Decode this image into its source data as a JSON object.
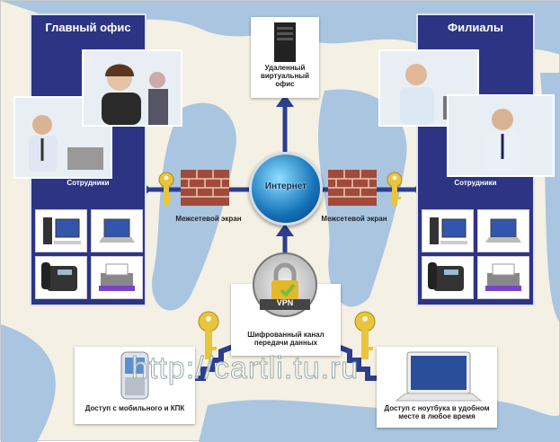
{
  "left_office": {
    "title": "Главный офис",
    "employees_label": "Сотрудники"
  },
  "branches": {
    "title": "Филиалы",
    "employees_label": "Сотрудники"
  },
  "remote_office": {
    "label": "Удаленный виртуальный офис"
  },
  "internet": {
    "label": "Интернет"
  },
  "firewall_left": {
    "label": "Межсетевой экран"
  },
  "firewall_right": {
    "label": "Межсетевой экран"
  },
  "vpn": {
    "badge": "VPN",
    "label": "Шифрованный канал передачи данных"
  },
  "mobile": {
    "label": "Доступ с мобильного и КПК"
  },
  "laptop": {
    "label": "Доступ с ноутбука в удобном месте в любое время"
  },
  "watermark": "http://cartli.tu.ru",
  "colors": {
    "panel": "#2c3483",
    "map": "#a9c5e0",
    "line": "#2c3e8c",
    "key": "#e8c53a"
  }
}
